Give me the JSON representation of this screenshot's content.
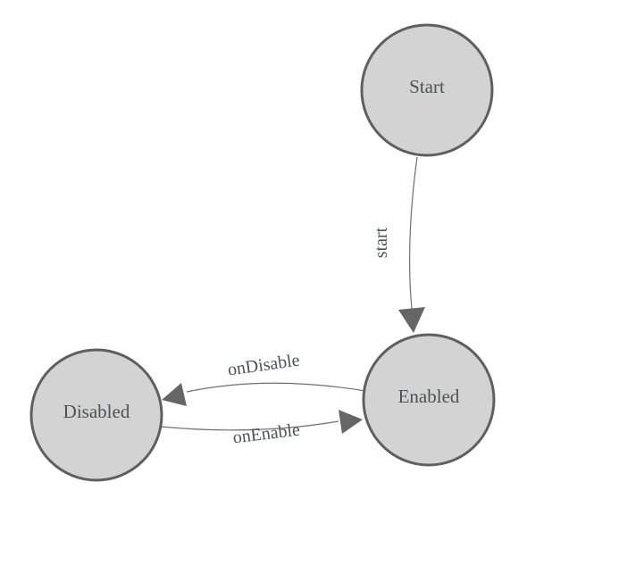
{
  "diagram": {
    "type": "state-machine",
    "colors": {
      "background": "#ffffff",
      "node_fill": "#d3d3d3",
      "node_stroke": "#5f5f5f",
      "edge_stroke": "#6f6f6f",
      "arrow_fill": "#666666",
      "text": "#4d5156"
    },
    "nodes": [
      {
        "id": "start",
        "label": "Start"
      },
      {
        "id": "enabled",
        "label": "Enabled"
      },
      {
        "id": "disabled",
        "label": "Disabled"
      }
    ],
    "edges": [
      {
        "from": "Start",
        "to": "Enabled",
        "label": "start"
      },
      {
        "from": "Enabled",
        "to": "Disabled",
        "label": "onDisable"
      },
      {
        "from": "Disabled",
        "to": "Enabled",
        "label": "onEnable"
      }
    ]
  }
}
